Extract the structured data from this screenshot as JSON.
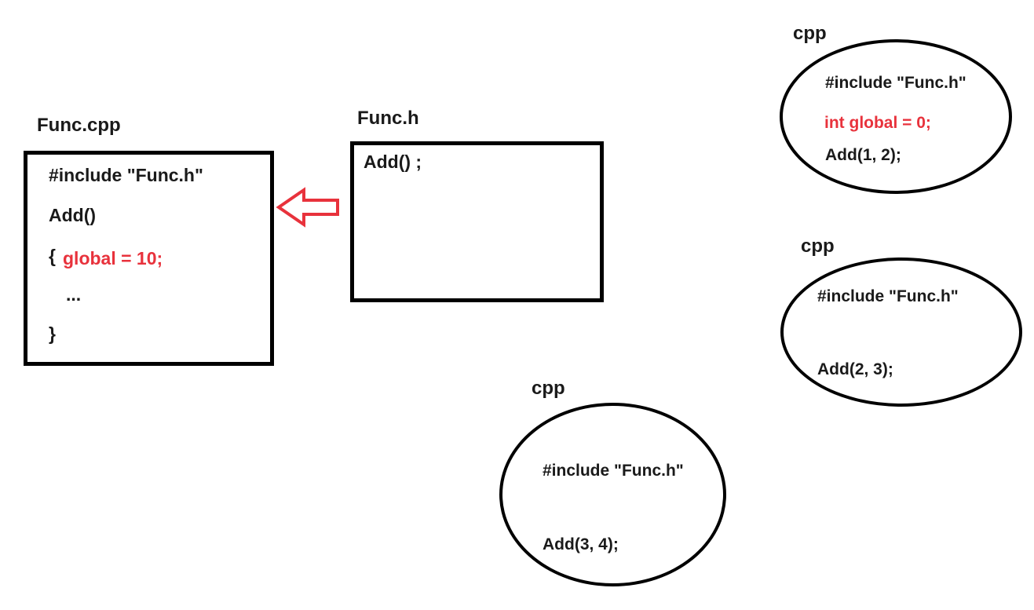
{
  "func_cpp": {
    "title": "Func.cpp",
    "lines": {
      "include": "#include \"Func.h\"",
      "add": "Add()",
      "brace_open": "{",
      "global_assign": "global = 10;",
      "ellipsis": "...",
      "brace_close": "}"
    }
  },
  "func_h": {
    "title": "Func.h",
    "line": "Add() ;"
  },
  "cpp_top": {
    "title": "cpp",
    "include": "#include \"Func.h\"",
    "global_decl": "int global = 0;",
    "call": "Add(1, 2);"
  },
  "cpp_middle": {
    "title": "cpp",
    "include": "#include \"Func.h\"",
    "call": "Add(2, 3);"
  },
  "cpp_bottom": {
    "title": "cpp",
    "include": "#include \"Func.h\"",
    "call": "Add(3, 4);"
  },
  "colors": {
    "highlight": "#e8323c",
    "stroke": "#000000",
    "text": "#1a1a1a"
  }
}
